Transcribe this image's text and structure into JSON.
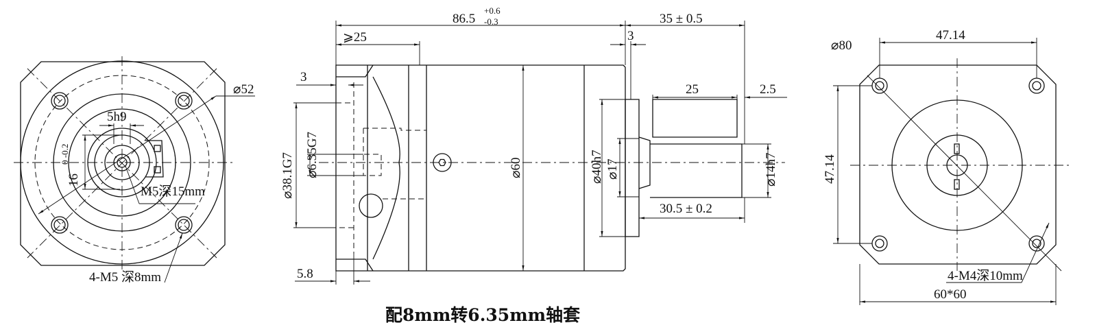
{
  "caption": "配8mm转6.35mm轴套",
  "front_view": {
    "dia_outer": "⌀52",
    "key_width": "5h9",
    "key_height": "16",
    "key_tol": "0 -0.2",
    "center_thread": "M5深15mm",
    "mount_holes": "4-M5  深8mm"
  },
  "side_view": {
    "overall_length": "86.5",
    "overall_tol_upper": "+0.6",
    "overall_tol_lower": "-0.3",
    "shaft_length": "35 ± 0.5",
    "min_insert": "⩾25",
    "flange_thk": "3",
    "recess": "3",
    "dia_bore_pilot": "⌀38.1G7",
    "dia_input": "⌀6.35G7",
    "dia_body": "⌀60",
    "dia_pilot": "⌀40h7",
    "dia_shoulder": "⌀17",
    "dia_shaft": "⌀14h7",
    "key_length": "25",
    "key_offset": "2.5",
    "shaft_usable": "30.5 ± 0.2",
    "offset_left": "5.8"
  },
  "rear_view": {
    "bolt_circle": "⌀80",
    "hole_spacing_h": "47.14",
    "hole_spacing_v": "47.14",
    "holes": "4-M4深10mm",
    "square": "60*60"
  }
}
